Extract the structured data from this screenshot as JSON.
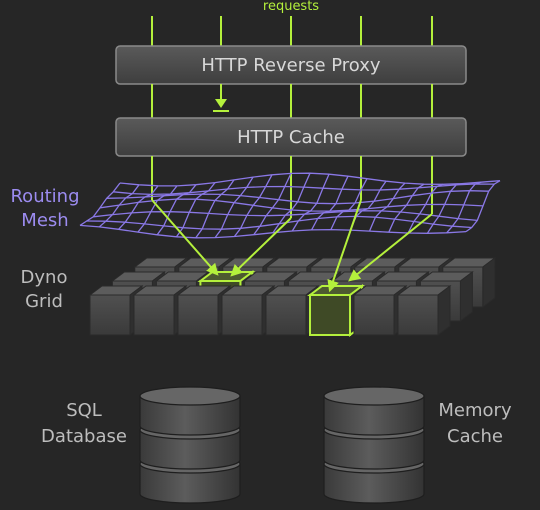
{
  "labels": {
    "requests": "requests",
    "proxy": "HTTP Reverse Proxy",
    "cache": "HTTP Cache",
    "routing_line1": "Routing",
    "routing_line2": "Mesh",
    "dyno_line1": "Dyno",
    "dyno_line2": "Grid",
    "sql_line1": "SQL",
    "sql_line2": "Database",
    "mem_line1": "Memory",
    "mem_line2": "Cache"
  },
  "colors": {
    "background": "#262626",
    "accent_green": "#b4f03c",
    "mesh_purple": "#8a78e6",
    "label_purple": "#9c8cf0",
    "box_fill": "#4a4a4a",
    "text_light": "#d8d8d8",
    "label_gray": "#bdbdbd"
  },
  "icons": [
    "database-cylinder-icon",
    "arrow-down-icon"
  ]
}
